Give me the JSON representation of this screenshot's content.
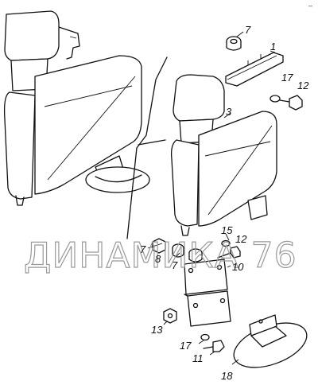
{
  "callouts": {
    "c1": "1",
    "c3": "3",
    "c7a": "7",
    "c12a": "12",
    "c17a": "17",
    "c7b": "7",
    "c8": "8",
    "c7c": "7",
    "c15": "15",
    "c12b": "12",
    "c10": "10",
    "c13": "13",
    "c17b": "17",
    "c11": "11",
    "c18": "18"
  },
  "watermark": "ДИНАМИКА 76",
  "corner_mark": "–"
}
